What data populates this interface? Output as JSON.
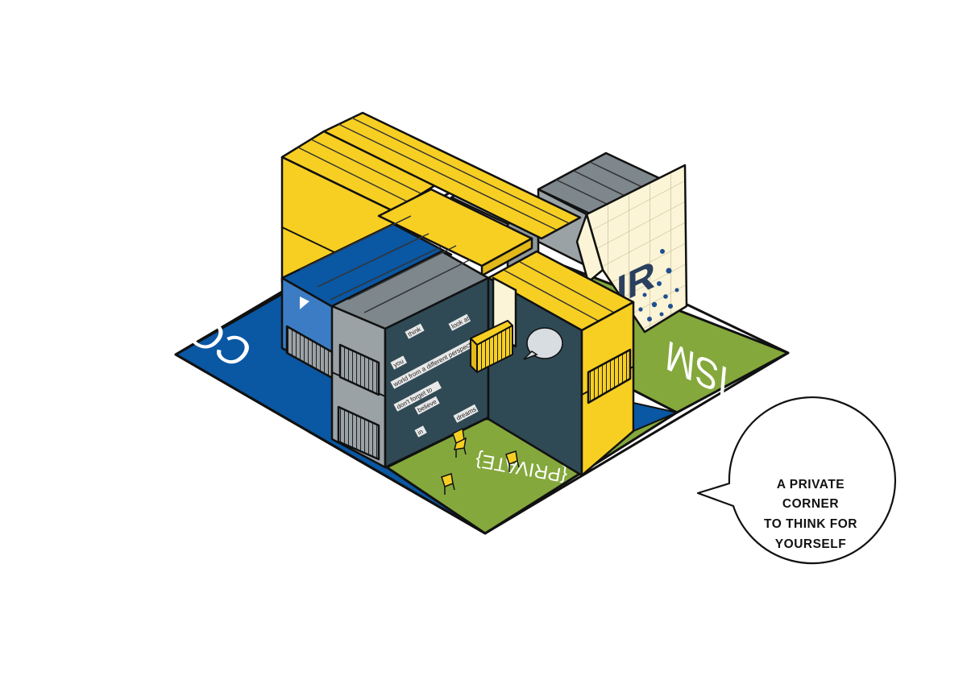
{
  "floor_labels": {
    "left": "COMMUNITY",
    "right": "ISM",
    "bottom": "{PRIVATE}",
    "wall_letters": "IR"
  },
  "wall_words": [
    "think",
    "look at",
    "you",
    "world from a different perspective",
    "don't forget to",
    "believe",
    "in",
    "dreams"
  ],
  "callout": {
    "lines": [
      "A PRIVATE",
      "CORNER",
      "TO THINK FOR",
      "YOURSELF"
    ]
  },
  "colors": {
    "yellow": "#f7cf22",
    "blue": "#0a57a3",
    "green": "#84a83c",
    "dark_slate": "#2f4a55",
    "grey": "#8e979b",
    "cream": "#fbf4d6",
    "outline": "#111111"
  }
}
